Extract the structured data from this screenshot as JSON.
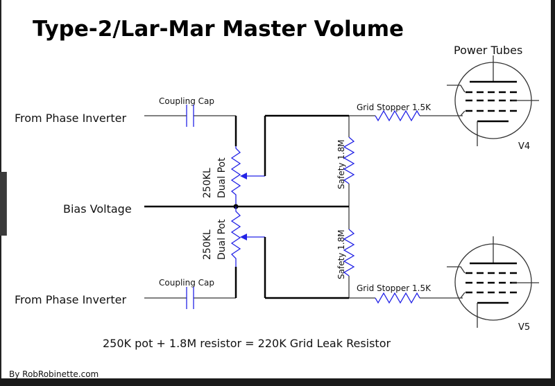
{
  "diagram": {
    "title": "Type-2/Lar-Mar Master Volume",
    "power_tubes_label": "Power Tubes",
    "inputs": {
      "top_source": "From Phase Inverter",
      "bottom_source": "From Phase Inverter",
      "bias": "Bias Voltage"
    },
    "components": {
      "coupling_cap_top": "Coupling Cap",
      "coupling_cap_bottom": "Coupling Cap",
      "pot_top_line1": "250KL",
      "pot_top_line2": "Dual Pot",
      "pot_bottom_line1": "250KL",
      "pot_bottom_line2": "Dual Pot",
      "safety_top": "Safety 1.8M",
      "safety_bottom": "Safety 1.8M",
      "grid_stopper_top": "Grid Stopper 1.5K",
      "grid_stopper_bottom": "Grid Stopper 1.5K",
      "tube_top": "V4",
      "tube_bottom": "V5"
    },
    "formula": "250K pot + 1.8M resistor = 220K Grid Leak Resistor",
    "credit": "By RobRobinette.com",
    "colors": {
      "component_blue": "#2323e6",
      "wire_black": "#000000",
      "background": "#ffffff"
    }
  }
}
